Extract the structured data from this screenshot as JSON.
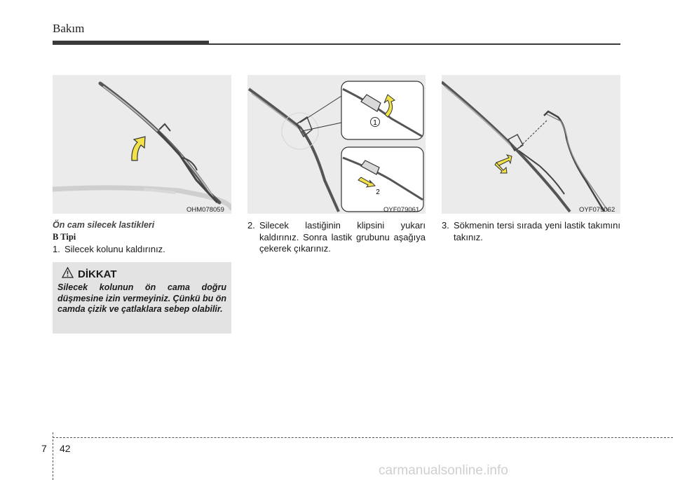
{
  "header": {
    "section_title": "Bakım"
  },
  "figures": [
    {
      "code": "OHM078059"
    },
    {
      "code": "OYF079061",
      "callouts": [
        "1",
        "2"
      ]
    },
    {
      "code": "OYF079062"
    }
  ],
  "left_column": {
    "heading": "Ön cam silecek lastikleri",
    "type_label": "B Tipi",
    "step_number": "1.",
    "step_text": "Silecek kolunu kaldırınız."
  },
  "middle_column": {
    "step_number": "2.",
    "step_text": "Silecek lastiğinin klipsini yukarı kaldırınız. Sonra lastik grubunu aşağıya çekerek çıkarınız."
  },
  "right_column": {
    "step_number": "3.",
    "step_text": "Sökmenin tersi sırada yeni lastik takımını takınız."
  },
  "caution": {
    "title": "DİKKAT",
    "text": "Silecek kolunun ön cama doğru düşmesine izin vermeyiniz. Çünkü bu ön camda çizik ve çatlaklara sebep olabilir."
  },
  "footer": {
    "chapter": "7",
    "page": "42"
  },
  "watermark": "carmanualsonline.info",
  "colors": {
    "figure_bg": "#ebebeb",
    "caution_bg": "#e3e3e3",
    "arrow_yellow": "#f2e24a",
    "rule": "#3a3a3a"
  }
}
